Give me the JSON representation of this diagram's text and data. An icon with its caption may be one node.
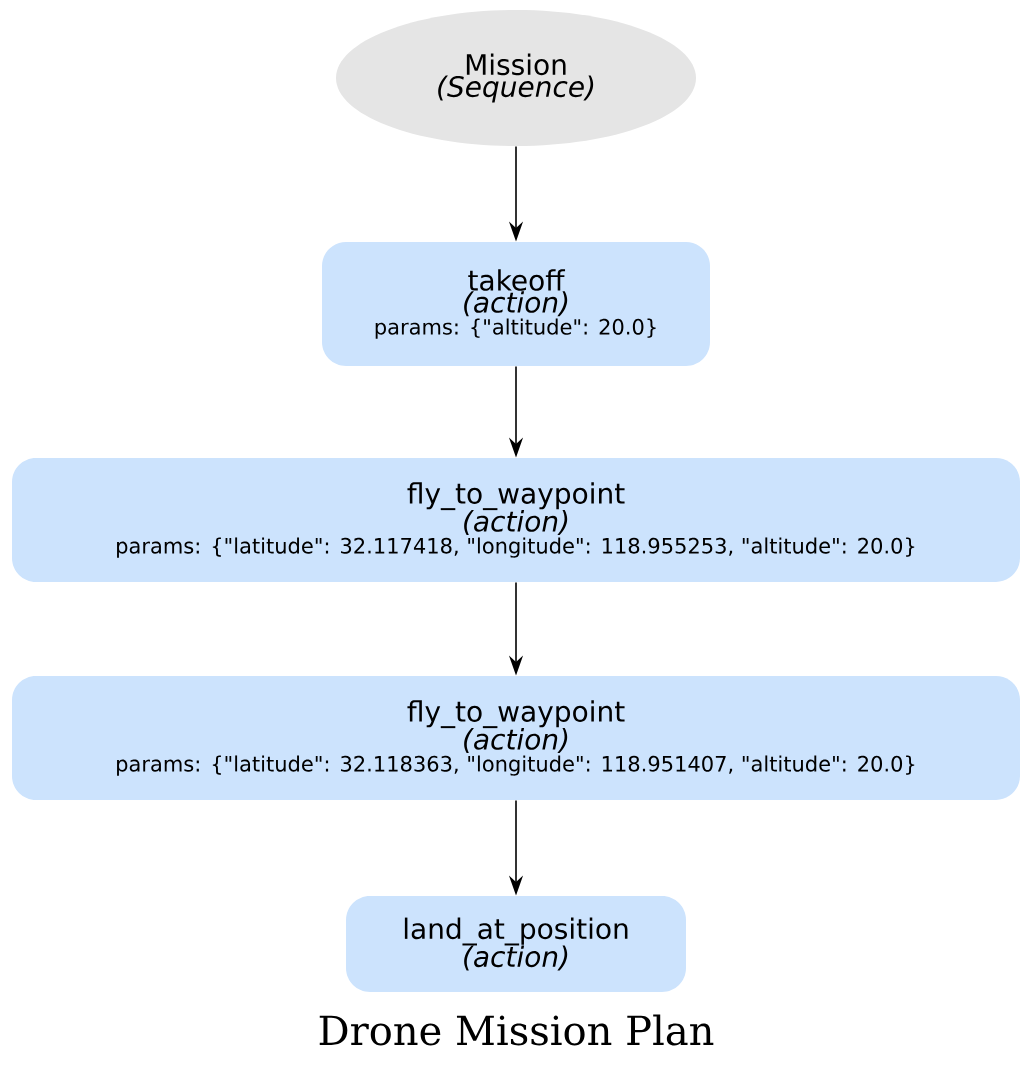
{
  "diagram": {
    "title": "Drone Mission Plan",
    "nodes": [
      {
        "text": [
          "Mission",
          "(Sequence)"
        ]
      },
      {
        "text": [
          "takeoff",
          "(action)",
          "params: {\"altitude\": 20.0}"
        ]
      },
      {
        "text": [
          "fly_to_waypoint",
          "(action)",
          "params: {\"latitude\": 32.117418, \"longitude\": 118.955253, \"altitude\": 20.0}"
        ]
      },
      {
        "text": [
          "fly_to_waypoint",
          "(action)",
          "params: {\"latitude\": 32.118363, \"longitude\": 118.951407, \"altitude\": 20.0}"
        ]
      },
      {
        "text": [
          "land_at_position",
          "(action)"
        ]
      }
    ],
    "edges": [
      {
        "from": 0,
        "to": 1,
        "arrow": "to"
      },
      {
        "from": 1,
        "to": 2,
        "arrow": "to"
      },
      {
        "from": 2,
        "to": 3,
        "arrow": "to"
      },
      {
        "from": 3,
        "to": 4,
        "arrow": "to"
      }
    ]
  }
}
